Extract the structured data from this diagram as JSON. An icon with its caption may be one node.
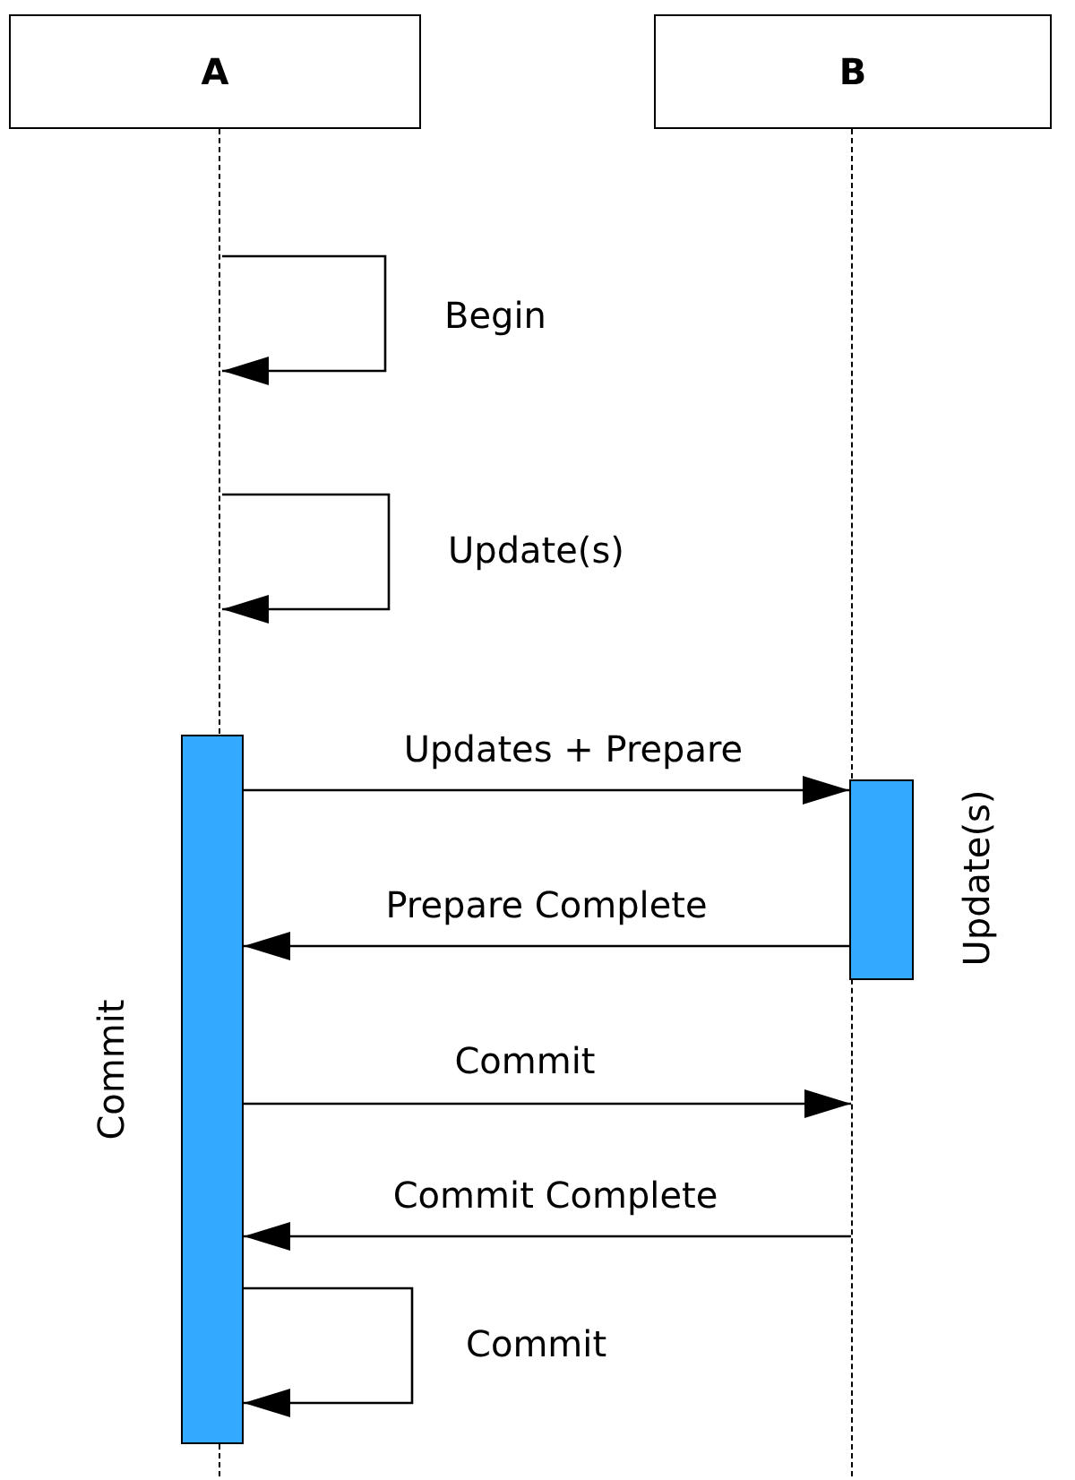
{
  "diagram": {
    "nodes": [
      {
        "text": [
          "A"
        ]
      },
      {
        "text": [
          "B"
        ]
      },
      {
        "text": [],
        "shape": "line"
      },
      {
        "text": [],
        "shape": "line"
      },
      {
        "text": [],
        "shape": "bar",
        "beside": [
          "Commit"
        ]
      },
      {
        "text": [],
        "shape": "bar",
        "beside": [
          "Update(s)"
        ]
      }
    ],
    "edges": [
      {
        "from": 2,
        "to": 2,
        "arrow": "to",
        "label": "Begin"
      },
      {
        "from": 2,
        "to": 2,
        "arrow": "to",
        "label": "Update(s)"
      },
      {
        "from": 4,
        "to": 5,
        "arrow": "to",
        "label": "Updates + Prepare"
      },
      {
        "from": 5,
        "to": 4,
        "arrow": "to",
        "label": "Prepare Complete"
      },
      {
        "from": 4,
        "to": 3,
        "arrow": "to",
        "label": "Commit"
      },
      {
        "from": 3,
        "to": 4,
        "arrow": "to",
        "label": "Commit Complete"
      },
      {
        "from": 4,
        "to": 4,
        "arrow": "to",
        "label": "Commit"
      }
    ]
  }
}
